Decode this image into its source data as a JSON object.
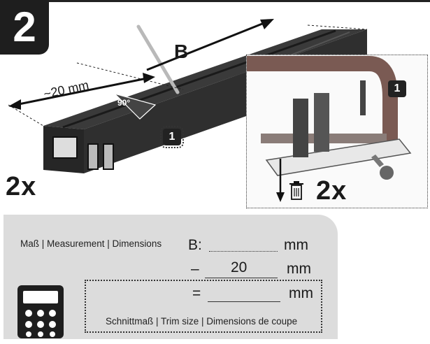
{
  "step": {
    "number": "2"
  },
  "left_scene": {
    "dimension_text": "~20 mm",
    "measure_letter": "B",
    "angle_text": "90°",
    "part_label": "1",
    "quantity": "2x"
  },
  "inset": {
    "part_label": "1",
    "quantity": "2x",
    "icons": [
      "trash-icon",
      "arrow-down-icon"
    ]
  },
  "calc_panel": {
    "measurement_label": "Maß | Measurement | Dimensions",
    "row1_prefix": "B:",
    "row1_unit": "mm",
    "row2_prefix": "–",
    "row2_value": "20",
    "row2_unit": "mm",
    "row3_prefix": "=",
    "row3_unit": "mm",
    "trim_label": "Schnittmaß | Trim size | Dimensions de coupe",
    "icon": "calculator-icon"
  },
  "colors": {
    "dark": "#1e1e1e",
    "panel": "#dcdcdc",
    "profile": "#2a2a2a",
    "clamp": "#8a6a63"
  }
}
